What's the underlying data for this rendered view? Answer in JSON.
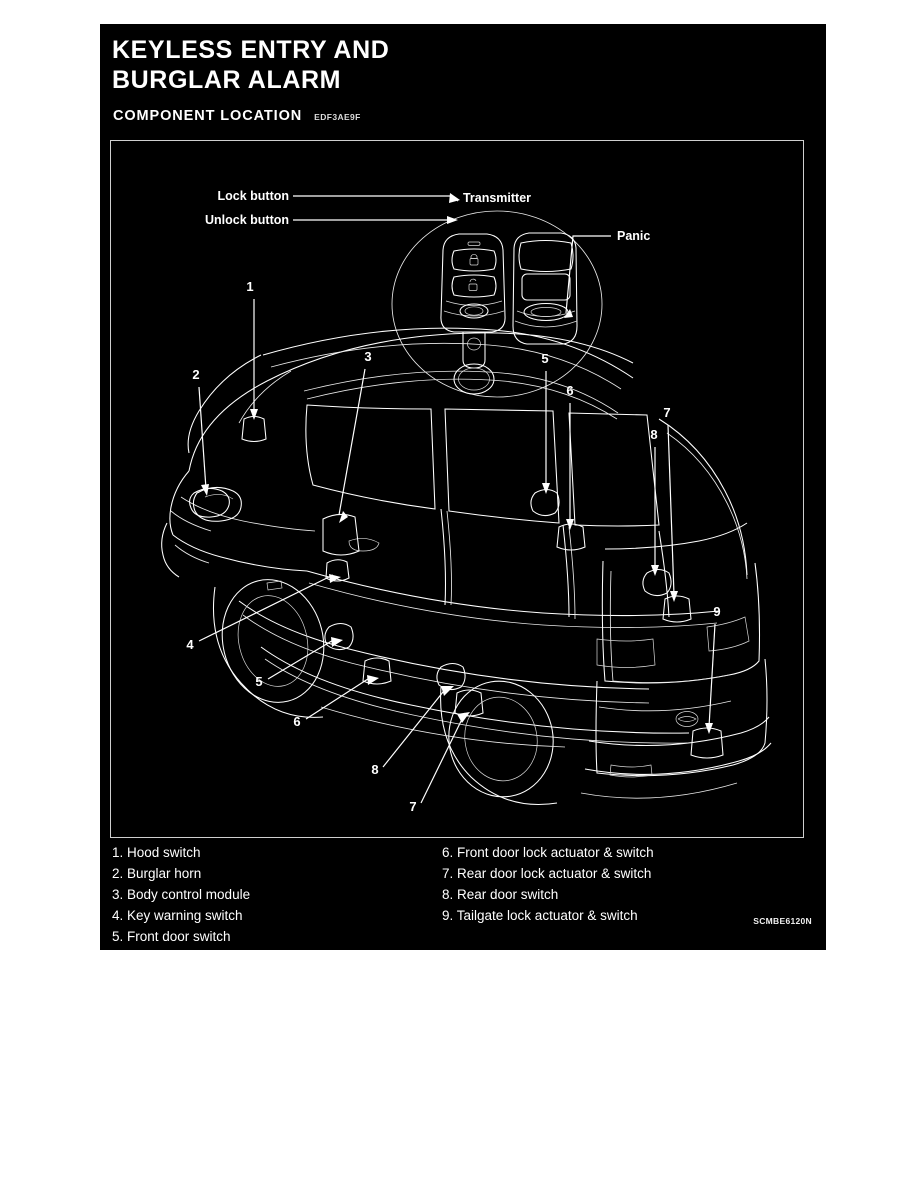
{
  "document": {
    "title_line1": "KEYLESS ENTRY AND",
    "title_line2": "BURGLAR ALARM",
    "section_title": "COMPONENT LOCATION",
    "section_code": "EDF3AE9F",
    "figure_id": "SCMBE6120N"
  },
  "figure": {
    "transmitter_title": "Transmitter",
    "callout_labels": {
      "lock": "Lock button",
      "unlock": "Unlock button",
      "panic": "Panic"
    },
    "numbers": {
      "n1": "1",
      "n2": "2",
      "n3": "3",
      "n4": "4",
      "n5a": "5",
      "n5b": "5",
      "n6a": "6",
      "n6b": "6",
      "n7a": "7",
      "n7b": "7",
      "n8a": "8",
      "n8b": "8",
      "n9": "9"
    }
  },
  "legend": {
    "left": [
      "1. Hood switch",
      "2. Burglar horn",
      "3. Body control module",
      "4. Key warning switch",
      "5. Front door switch"
    ],
    "right": [
      "6. Front door lock actuator & switch",
      "7. Rear door lock actuator & switch",
      "8. Rear door switch",
      "9. Tailgate lock actuator & switch"
    ]
  },
  "colors": {
    "panel_background": "#000000",
    "ink": "#ffffff",
    "page_background": "#ffffff"
  }
}
